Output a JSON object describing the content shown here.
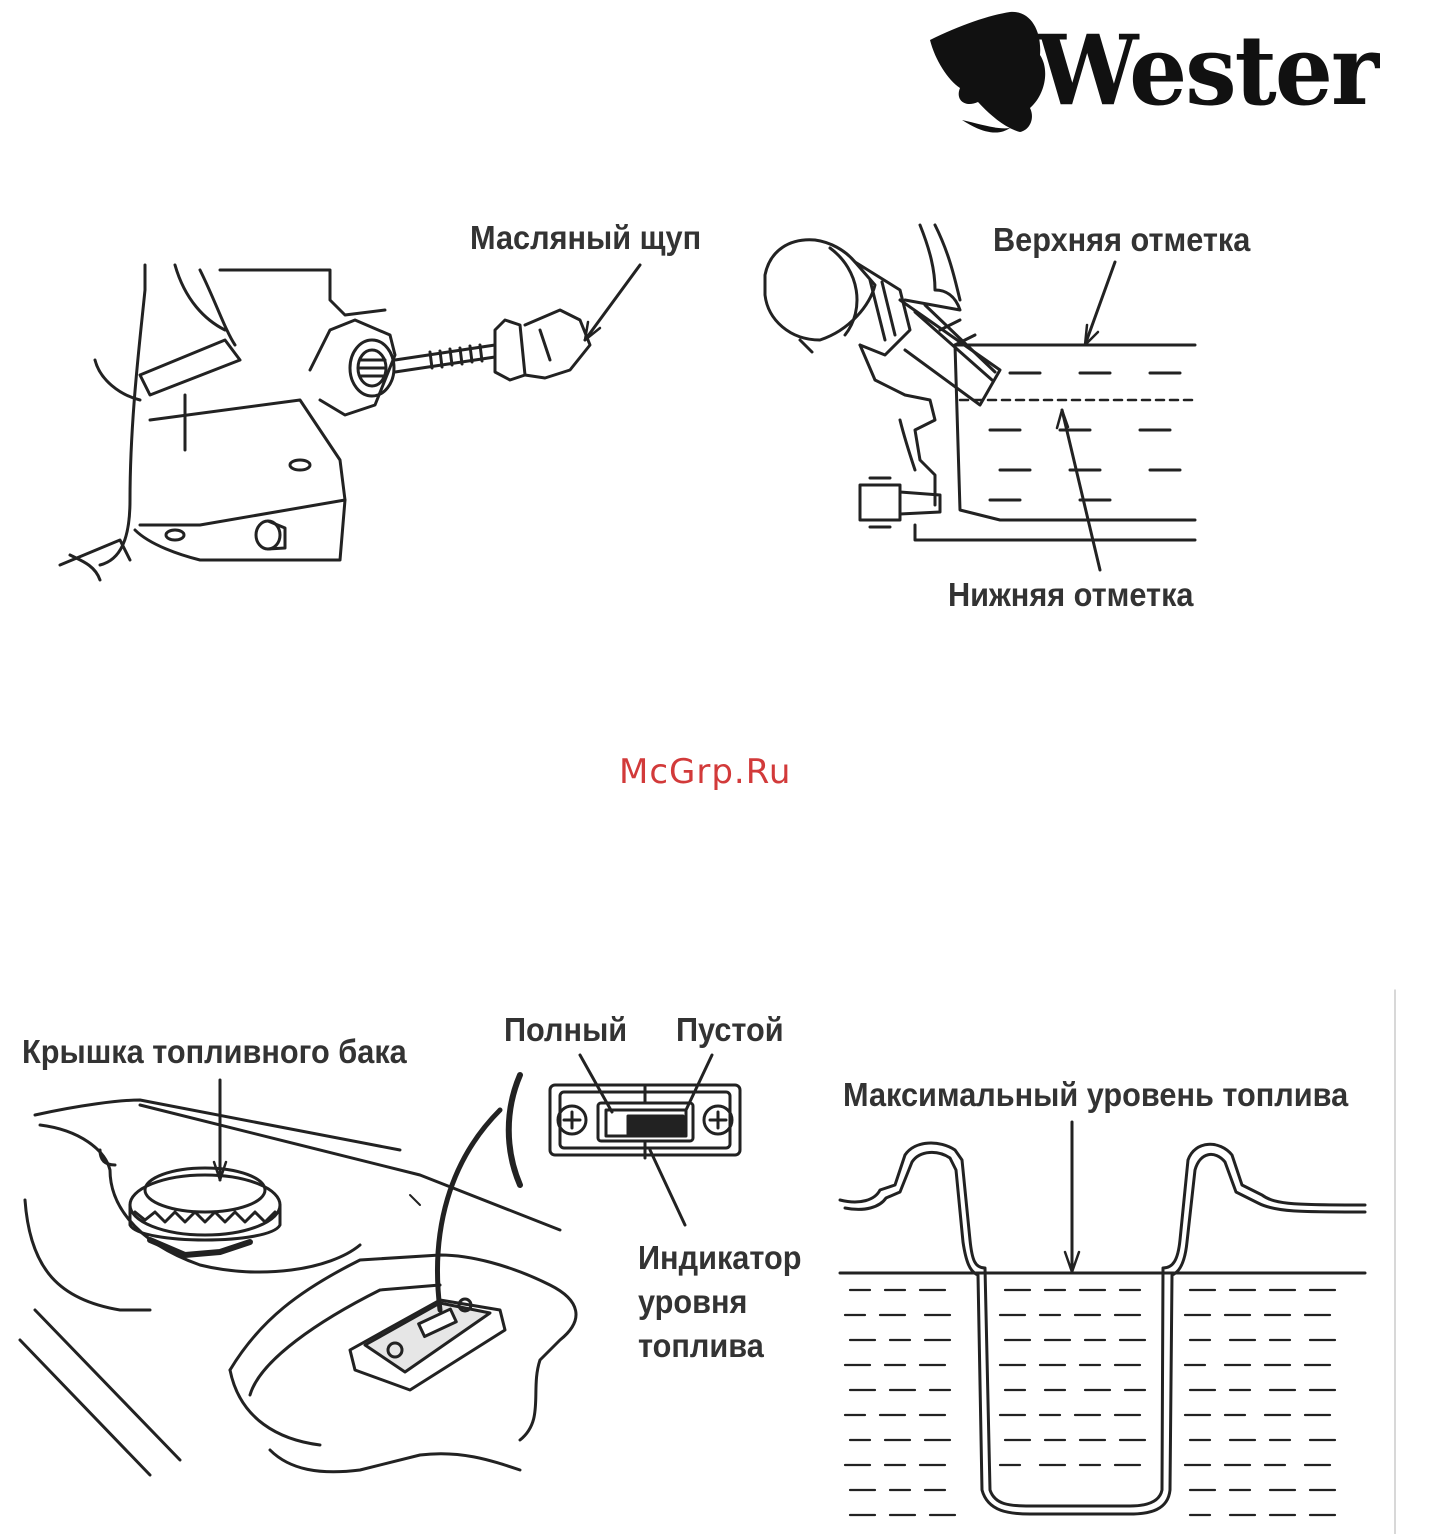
{
  "brand": {
    "logo_text": "Wester",
    "color": "#111111"
  },
  "watermark": {
    "text": "McGrp.Ru",
    "color": "#d23a3a"
  },
  "oil_figure": {
    "dipstick_label": "Масляный щуп",
    "upper_mark_label": "Верхняя отметка",
    "lower_mark_label": "Нижняя отметка"
  },
  "fuel_figure": {
    "cap_label": "Крышка топливного бака",
    "full_label": "Полный",
    "empty_label": "Пустой",
    "gauge_label_lines": [
      "Индикатор",
      "уровня",
      "топлива"
    ],
    "max_level_label": "Максимальный уровень топлива"
  },
  "colors": {
    "ink": "#222222",
    "label": "#333333"
  }
}
